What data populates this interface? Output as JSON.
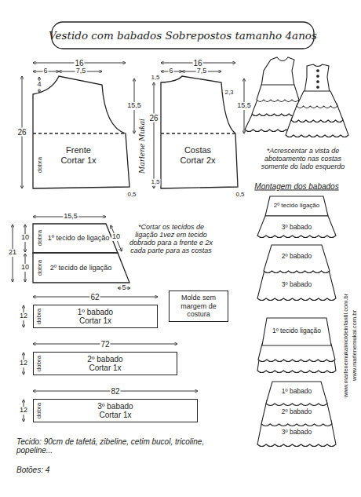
{
  "diagram": {
    "title": "Vestido com babados Sobrepostos tamanho 4anos",
    "nodes": [
      {
        "text": [
          "Frente",
          "Cortar 1x"
        ]
      },
      {
        "text": [
          "Costas",
          "Cortar 2x"
        ]
      },
      {
        "text": [
          "1º tecido de ligação"
        ]
      },
      {
        "text": [
          "2º tecido de ligação"
        ]
      },
      {
        "text": [
          "Molde sem margem de costura"
        ]
      },
      {
        "text": [
          "1º babado",
          "Cortar 1x"
        ]
      },
      {
        "text": [
          "2º babado",
          "Cortar 1x"
        ]
      },
      {
        "text": [
          "3º babado",
          "Cortar 1x"
        ]
      }
    ],
    "labels": [
      "16",
      "6",
      "7,5",
      "4",
      "15,5",
      "26",
      "dobra",
      "0,5",
      "16",
      "6",
      "7,5",
      "1,5",
      "2,3",
      "15,5",
      "26",
      "1,5",
      "0,5",
      "Marlene Mukai",
      "*Acrescentar a vista de abotoamento nas costas somente do lado esquerdo",
      "Montagem dos babados",
      "2º tecido ligação",
      "3º babado",
      "2º babado",
      "3º babado",
      "1º tecido ligação",
      "1º babado",
      "2º babado",
      "3º babado",
      "www.marlenemukaimoldeinfantil.com.br",
      "www.marlenemukai.com.br",
      "15,5",
      "10",
      "10",
      "21",
      "10",
      "5",
      "dobra",
      "dobra",
      "*Cortar os tecidos de ligação 1vez em tecido dobrado para a frente e 2x cada parte para as costas",
      "62",
      "12",
      "dobra",
      "72",
      "12",
      "dobra",
      "82",
      "12",
      "dobra",
      "Tecido: 90cm de tafetá, zibeline, cetim bucol, tricoline, popeline...",
      "Botões: 4"
    ]
  }
}
